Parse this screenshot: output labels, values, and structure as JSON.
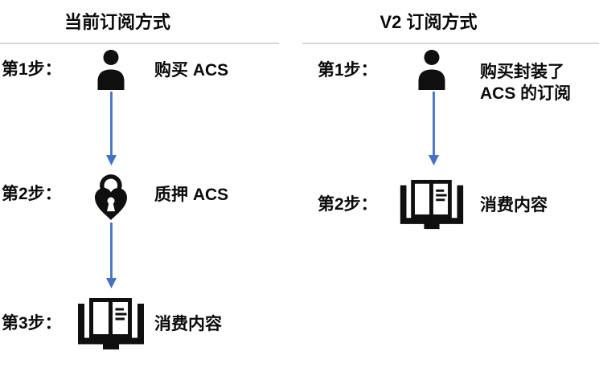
{
  "colors": {
    "arrow": "#4472c4",
    "divider": "#d6d6de",
    "text": "#0a0a0a",
    "icon": "#0f0f0f"
  },
  "columns": {
    "left": {
      "title": "当前订阅方式",
      "steps": [
        {
          "label": "第1步：",
          "icon": "person-icon",
          "text": "购买 ACS"
        },
        {
          "label": "第2步：",
          "icon": "padlock-heart-icon",
          "text": "质押 ACS"
        },
        {
          "label": "第3步：",
          "icon": "open-book-icon",
          "text": "消费内容"
        }
      ]
    },
    "right": {
      "title": "V2 订阅方式",
      "steps": [
        {
          "label": "第1步：",
          "icon": "person-icon",
          "text": "购买封装了 ACS 的订阅",
          "text_lines": [
            "购买封装了",
            "ACS 的订阅"
          ]
        },
        {
          "label": "第2步：",
          "icon": "open-book-icon",
          "text": "消费内容"
        }
      ]
    }
  }
}
